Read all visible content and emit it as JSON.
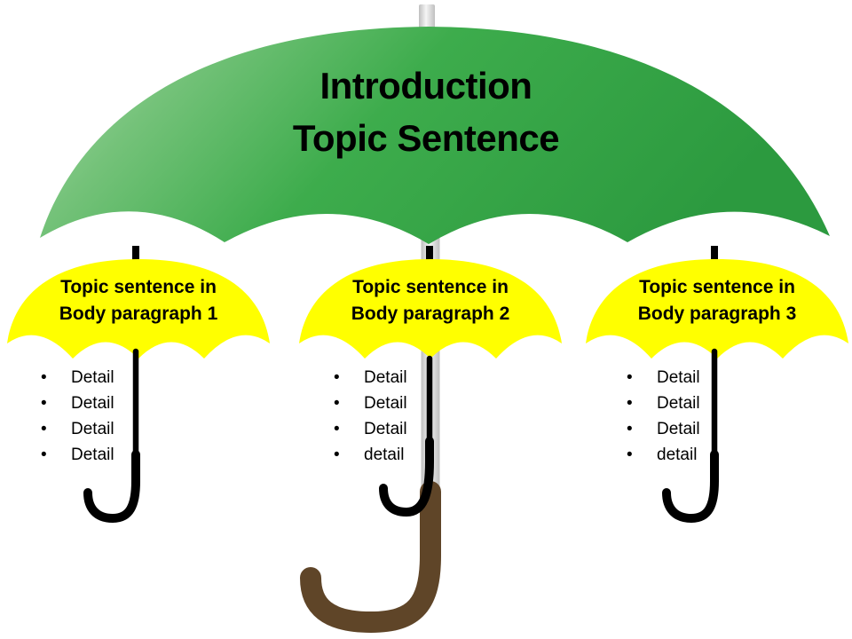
{
  "title": {
    "line1": "Introduction",
    "line2": "Topic Sentence"
  },
  "colors": {
    "canopy_green_light": "#a9dcab",
    "canopy_green_mid": "#3dac4c",
    "canopy_green_dark": "#2c9a3f",
    "sub_canopy_yellow": "#ffff00",
    "pole_gray_edge": "#bfbfbf",
    "pole_gray_center": "#f5f5f5",
    "handle_brown": "#5f4528",
    "hook_black": "#000000",
    "text_black": "#000000"
  },
  "bullet_glyph": "•",
  "sub_umbrellas": [
    {
      "title_line1": "Topic sentence in",
      "title_line2": "Body paragraph 1",
      "details": [
        "Detail",
        "Detail",
        "Detail",
        "Detail"
      ]
    },
    {
      "title_line1": "Topic sentence in",
      "title_line2": "Body paragraph 2",
      "details": [
        "Detail",
        "Detail",
        "Detail",
        "detail"
      ]
    },
    {
      "title_line1": "Topic sentence in",
      "title_line2": "Body paragraph 3",
      "details": [
        "Detail",
        "Detail",
        "Detail",
        "detail"
      ]
    }
  ]
}
